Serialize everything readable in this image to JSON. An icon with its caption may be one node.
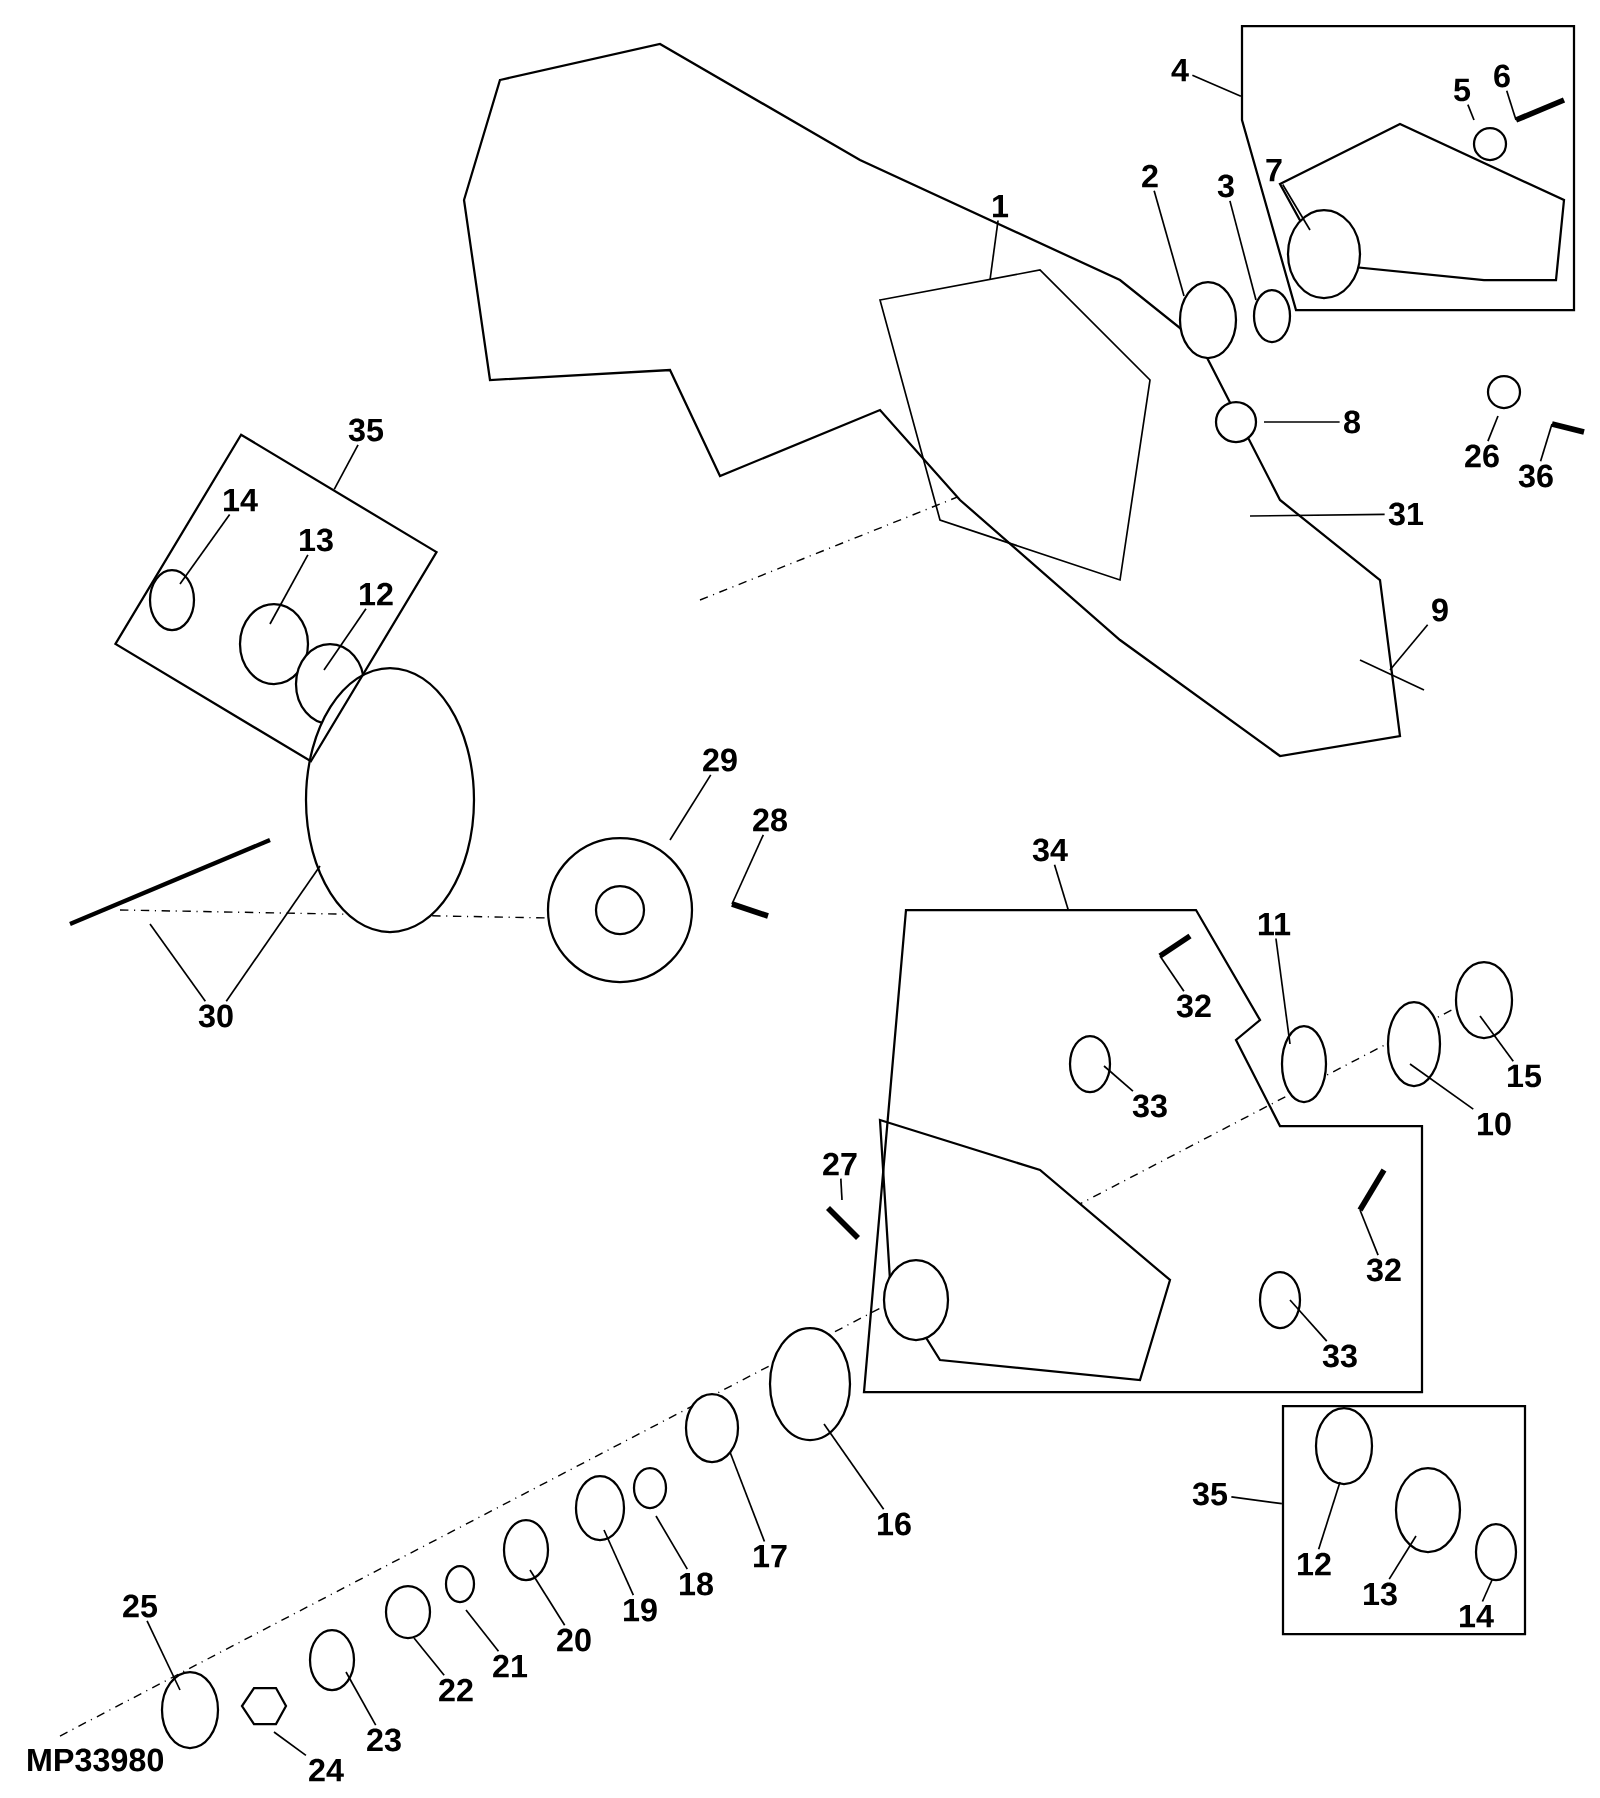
{
  "diagram": {
    "nodes": [
      {
        "text": [
          "1"
        ]
      },
      {
        "text": [
          "2"
        ]
      },
      {
        "text": [
          "3"
        ]
      },
      {
        "text": [
          "4"
        ]
      },
      {
        "text": [],
        "shape": "box"
      },
      {
        "text": [
          "5"
        ],
        "in": 4
      },
      {
        "text": [
          "6"
        ],
        "in": 4
      },
      {
        "text": [
          "7"
        ],
        "in": 4
      },
      {
        "text": [
          "8"
        ]
      },
      {
        "text": [
          "26"
        ]
      },
      {
        "text": [
          "36"
        ]
      },
      {
        "text": [
          "31"
        ]
      },
      {
        "text": [
          "9"
        ]
      },
      {
        "text": [
          "35"
        ]
      },
      {
        "text": [],
        "shape": "box"
      },
      {
        "text": [
          "14"
        ],
        "in": 14
      },
      {
        "text": [
          "13"
        ],
        "in": 14
      },
      {
        "text": [
          "12"
        ],
        "in": 14
      },
      {
        "text": [
          "29"
        ]
      },
      {
        "text": [
          "28"
        ]
      },
      {
        "text": [
          "30"
        ]
      },
      {
        "text": [
          "34"
        ]
      },
      {
        "text": [],
        "shape": "box"
      },
      {
        "text": [
          "32"
        ],
        "in": 22
      },
      {
        "text": [
          "33"
        ],
        "in": 22
      },
      {
        "text": [
          "32"
        ],
        "in": 22
      },
      {
        "text": [
          "33"
        ],
        "in": 22
      },
      {
        "text": [
          "11"
        ]
      },
      {
        "text": [
          "15"
        ]
      },
      {
        "text": [
          "10"
        ]
      },
      {
        "text": [
          "27"
        ]
      },
      {
        "text": [
          "16"
        ]
      },
      {
        "text": [
          "17"
        ]
      },
      {
        "text": [
          "18"
        ]
      },
      {
        "text": [
          "19"
        ]
      },
      {
        "text": [
          "20"
        ]
      },
      {
        "text": [
          "21"
        ]
      },
      {
        "text": [
          "22"
        ]
      },
      {
        "text": [
          "23"
        ]
      },
      {
        "text": [
          "24"
        ]
      },
      {
        "text": [
          "25"
        ]
      },
      {
        "text": [
          "35"
        ]
      },
      {
        "text": [],
        "shape": "box"
      },
      {
        "text": [
          "12"
        ],
        "in": 42
      },
      {
        "text": [
          "13"
        ],
        "in": 42
      },
      {
        "text": [
          "14"
        ],
        "in": 42
      }
    ],
    "edges": [
      {
        "from": 0,
        "to": null,
        "arrow": "none"
      },
      {
        "from": 1,
        "to": null,
        "arrow": "none"
      },
      {
        "from": 2,
        "to": null,
        "arrow": "none"
      },
      {
        "from": 3,
        "to": 4,
        "arrow": "none"
      },
      {
        "from": 5,
        "to": null,
        "arrow": "none"
      },
      {
        "from": 6,
        "to": null,
        "arrow": "none"
      },
      {
        "from": 7,
        "to": null,
        "arrow": "none"
      },
      {
        "from": 8,
        "to": null,
        "arrow": "none"
      },
      {
        "from": 9,
        "to": null,
        "arrow": "none"
      },
      {
        "from": 10,
        "to": null,
        "arrow": "none"
      },
      {
        "from": 11,
        "to": null,
        "arrow": "none"
      },
      {
        "from": 12,
        "to": null,
        "arrow": "none"
      },
      {
        "from": 13,
        "to": 14,
        "arrow": "none"
      },
      {
        "from": 15,
        "to": null,
        "arrow": "none"
      },
      {
        "from": 16,
        "to": null,
        "arrow": "none"
      },
      {
        "from": 17,
        "to": null,
        "arrow": "none"
      },
      {
        "from": 18,
        "to": null,
        "arrow": "none"
      },
      {
        "from": 19,
        "to": null,
        "arrow": "none"
      },
      {
        "from": 20,
        "to": null,
        "arrow": "none"
      },
      {
        "from": 20,
        "to": null,
        "arrow": "none"
      },
      {
        "from": 21,
        "to": 22,
        "arrow": "none"
      },
      {
        "from": 23,
        "to": null,
        "arrow": "none"
      },
      {
        "from": 24,
        "to": null,
        "arrow": "none"
      },
      {
        "from": 25,
        "to": null,
        "arrow": "none"
      },
      {
        "from": 26,
        "to": null,
        "arrow": "none"
      },
      {
        "from": 27,
        "to": null,
        "arrow": "none"
      },
      {
        "from": 28,
        "to": null,
        "arrow": "none"
      },
      {
        "from": 29,
        "to": null,
        "arrow": "none"
      },
      {
        "from": 30,
        "to": null,
        "arrow": "none"
      },
      {
        "from": 31,
        "to": null,
        "arrow": "none"
      },
      {
        "from": 32,
        "to": null,
        "arrow": "none"
      },
      {
        "from": 33,
        "to": null,
        "arrow": "none"
      },
      {
        "from": 34,
        "to": null,
        "arrow": "none"
      },
      {
        "from": 35,
        "to": null,
        "arrow": "none"
      },
      {
        "from": 36,
        "to": null,
        "arrow": "none"
      },
      {
        "from": 37,
        "to": null,
        "arrow": "none"
      },
      {
        "from": 38,
        "to": null,
        "arrow": "none"
      },
      {
        "from": 39,
        "to": null,
        "arrow": "none"
      },
      {
        "from": 40,
        "to": null,
        "arrow": "none"
      },
      {
        "from": 41,
        "to": 42,
        "arrow": "none"
      },
      {
        "from": 43,
        "to": null,
        "arrow": "none"
      },
      {
        "from": 44,
        "to": null,
        "arrow": "none"
      },
      {
        "from": 45,
        "to": null,
        "arrow": "none"
      }
    ],
    "labels": [
      "MP33980"
    ]
  }
}
